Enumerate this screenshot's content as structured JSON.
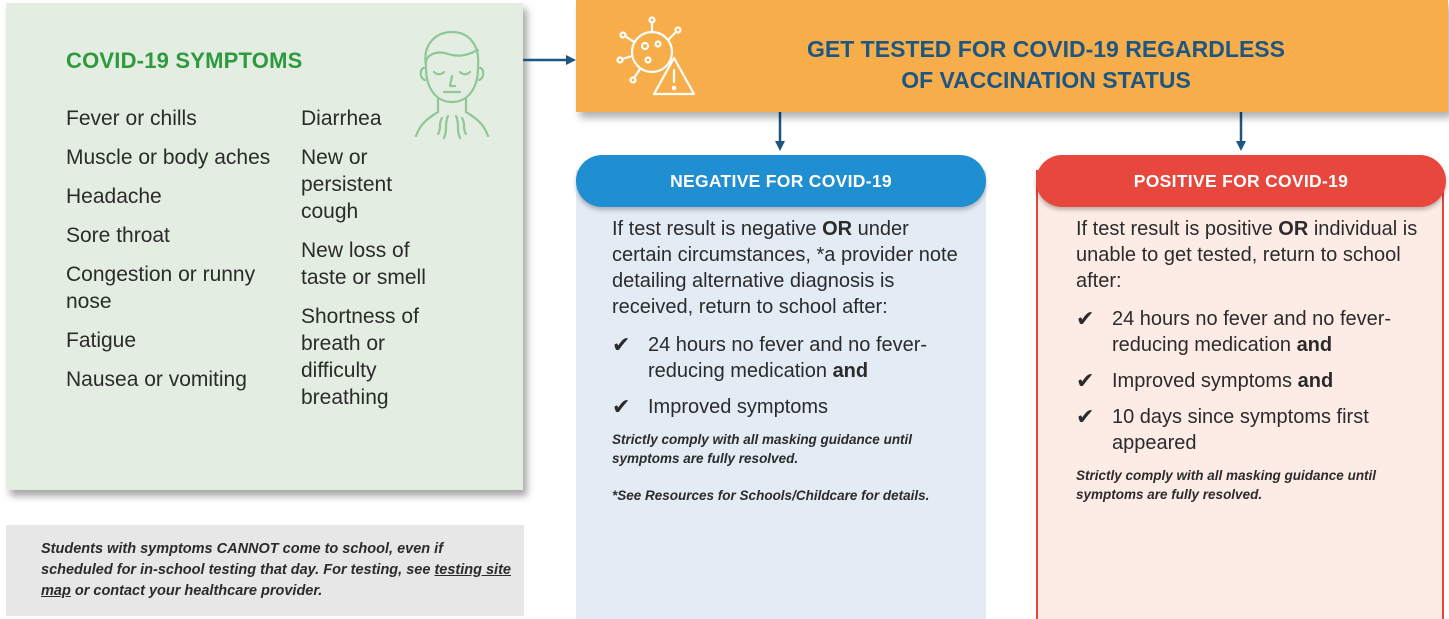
{
  "symptoms": {
    "title": "COVID-19 SYMPTOMS",
    "left_items": [
      "Fever or chills",
      "Muscle or body aches",
      "Headache",
      "Sore throat",
      "Congestion or runny nose",
      "Fatigue",
      "Nausea or vomiting"
    ],
    "right_items": [
      "Diarrhea",
      "New or persistent cough",
      "New loss of taste or smell",
      "Shortness of breath or difficulty breathing"
    ],
    "icon": "sick-person-icon"
  },
  "note": {
    "text_before": "Students with symptoms CANNOT come to school, even if scheduled for in-school testing that day. For testing, see ",
    "link_text": "testing site map",
    "text_after": " or contact your healthcare provider."
  },
  "test": {
    "title_line1": "GET TESTED FOR COVID-19 REGARDLESS",
    "title_line2": "OF VACCINATION STATUS",
    "icon": "virus-warning-icon"
  },
  "negative": {
    "header": "NEGATIVE FOR COVID-19",
    "intro_before": "If test result is negative ",
    "intro_bold": "OR",
    "intro_after": " under certain circumstances, *a provider note detailing alternative diagnosis is received, return to school after:",
    "check1_text": "24 hours no fever and no fever-reducing medication ",
    "check1_bold": "and",
    "check2_text": "Improved symptoms",
    "guidance": "Strictly comply with all masking guidance until symptoms are fully resolved.",
    "footnote": "*See Resources for Schools/Childcare for details."
  },
  "positive": {
    "header": "POSITIVE FOR COVID-19",
    "intro_before": "If test result is positive ",
    "intro_bold": "OR",
    "intro_after": " individual is unable to get tested, return to school after:",
    "check1_text": "24 hours no fever and no fever-reducing medication ",
    "check1_bold": "and",
    "check2_text": "Improved symptoms ",
    "check2_bold": "and",
    "check3_text": "10 days since symptoms first appeared",
    "guidance": "Strictly comply with all masking guidance until symptoms are fully resolved."
  },
  "check_glyph": "✔",
  "colors": {
    "green_title": "#2e9a3e",
    "orange": "#f7ad49",
    "navy": "#1d5680",
    "blue": "#1f8fd2",
    "red": "#e8473d"
  }
}
